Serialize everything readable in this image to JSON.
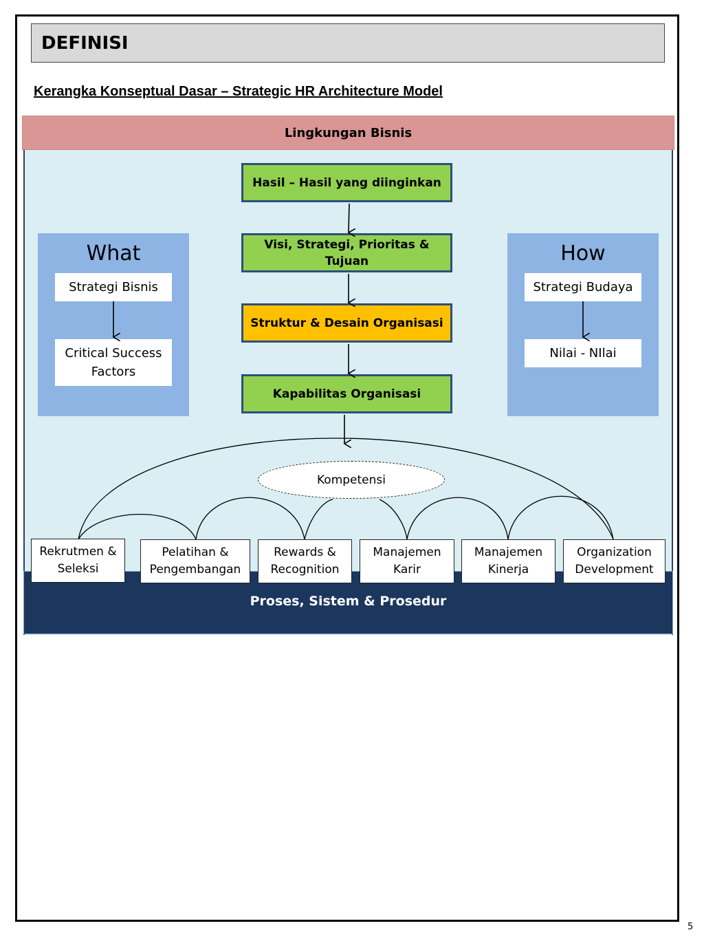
{
  "header": {
    "title": "DEFINISI"
  },
  "subtitle": "Kerangka Konseptual Dasar – Strategic HR Architecture Model",
  "environment": "Lingkungan Bisnis",
  "center_flow": [
    "Hasil – Hasil yang diinginkan",
    "Visi, Strategi, Prioritas & Tujuan",
    "Struktur & Desain Organisasi",
    "Kapabilitas Organisasi"
  ],
  "what_panel": {
    "title": "What",
    "items": [
      "Strategi Bisnis",
      "Critical Success Factors"
    ]
  },
  "how_panel": {
    "title": "How",
    "items": [
      "Strategi Budaya",
      "Nilai - NIlai"
    ]
  },
  "competency": "Kompetensi",
  "processes": [
    "Rekrutmen & Seleksi",
    "Pelatihan & Pengembangan",
    "Rewards & Recognition",
    "Manajemen Karir",
    "Manajemen Kinerja",
    "Organization Development"
  ],
  "foundation": "Proses, Sistem & Prosedur",
  "page_number": "5",
  "colors": {
    "environment": "#da9694",
    "background": "#daeef3",
    "flow_green": "#92d050",
    "flow_orange": "#ffc000",
    "side_panel": "#8eb4e3",
    "foundation": "#1b375e"
  }
}
